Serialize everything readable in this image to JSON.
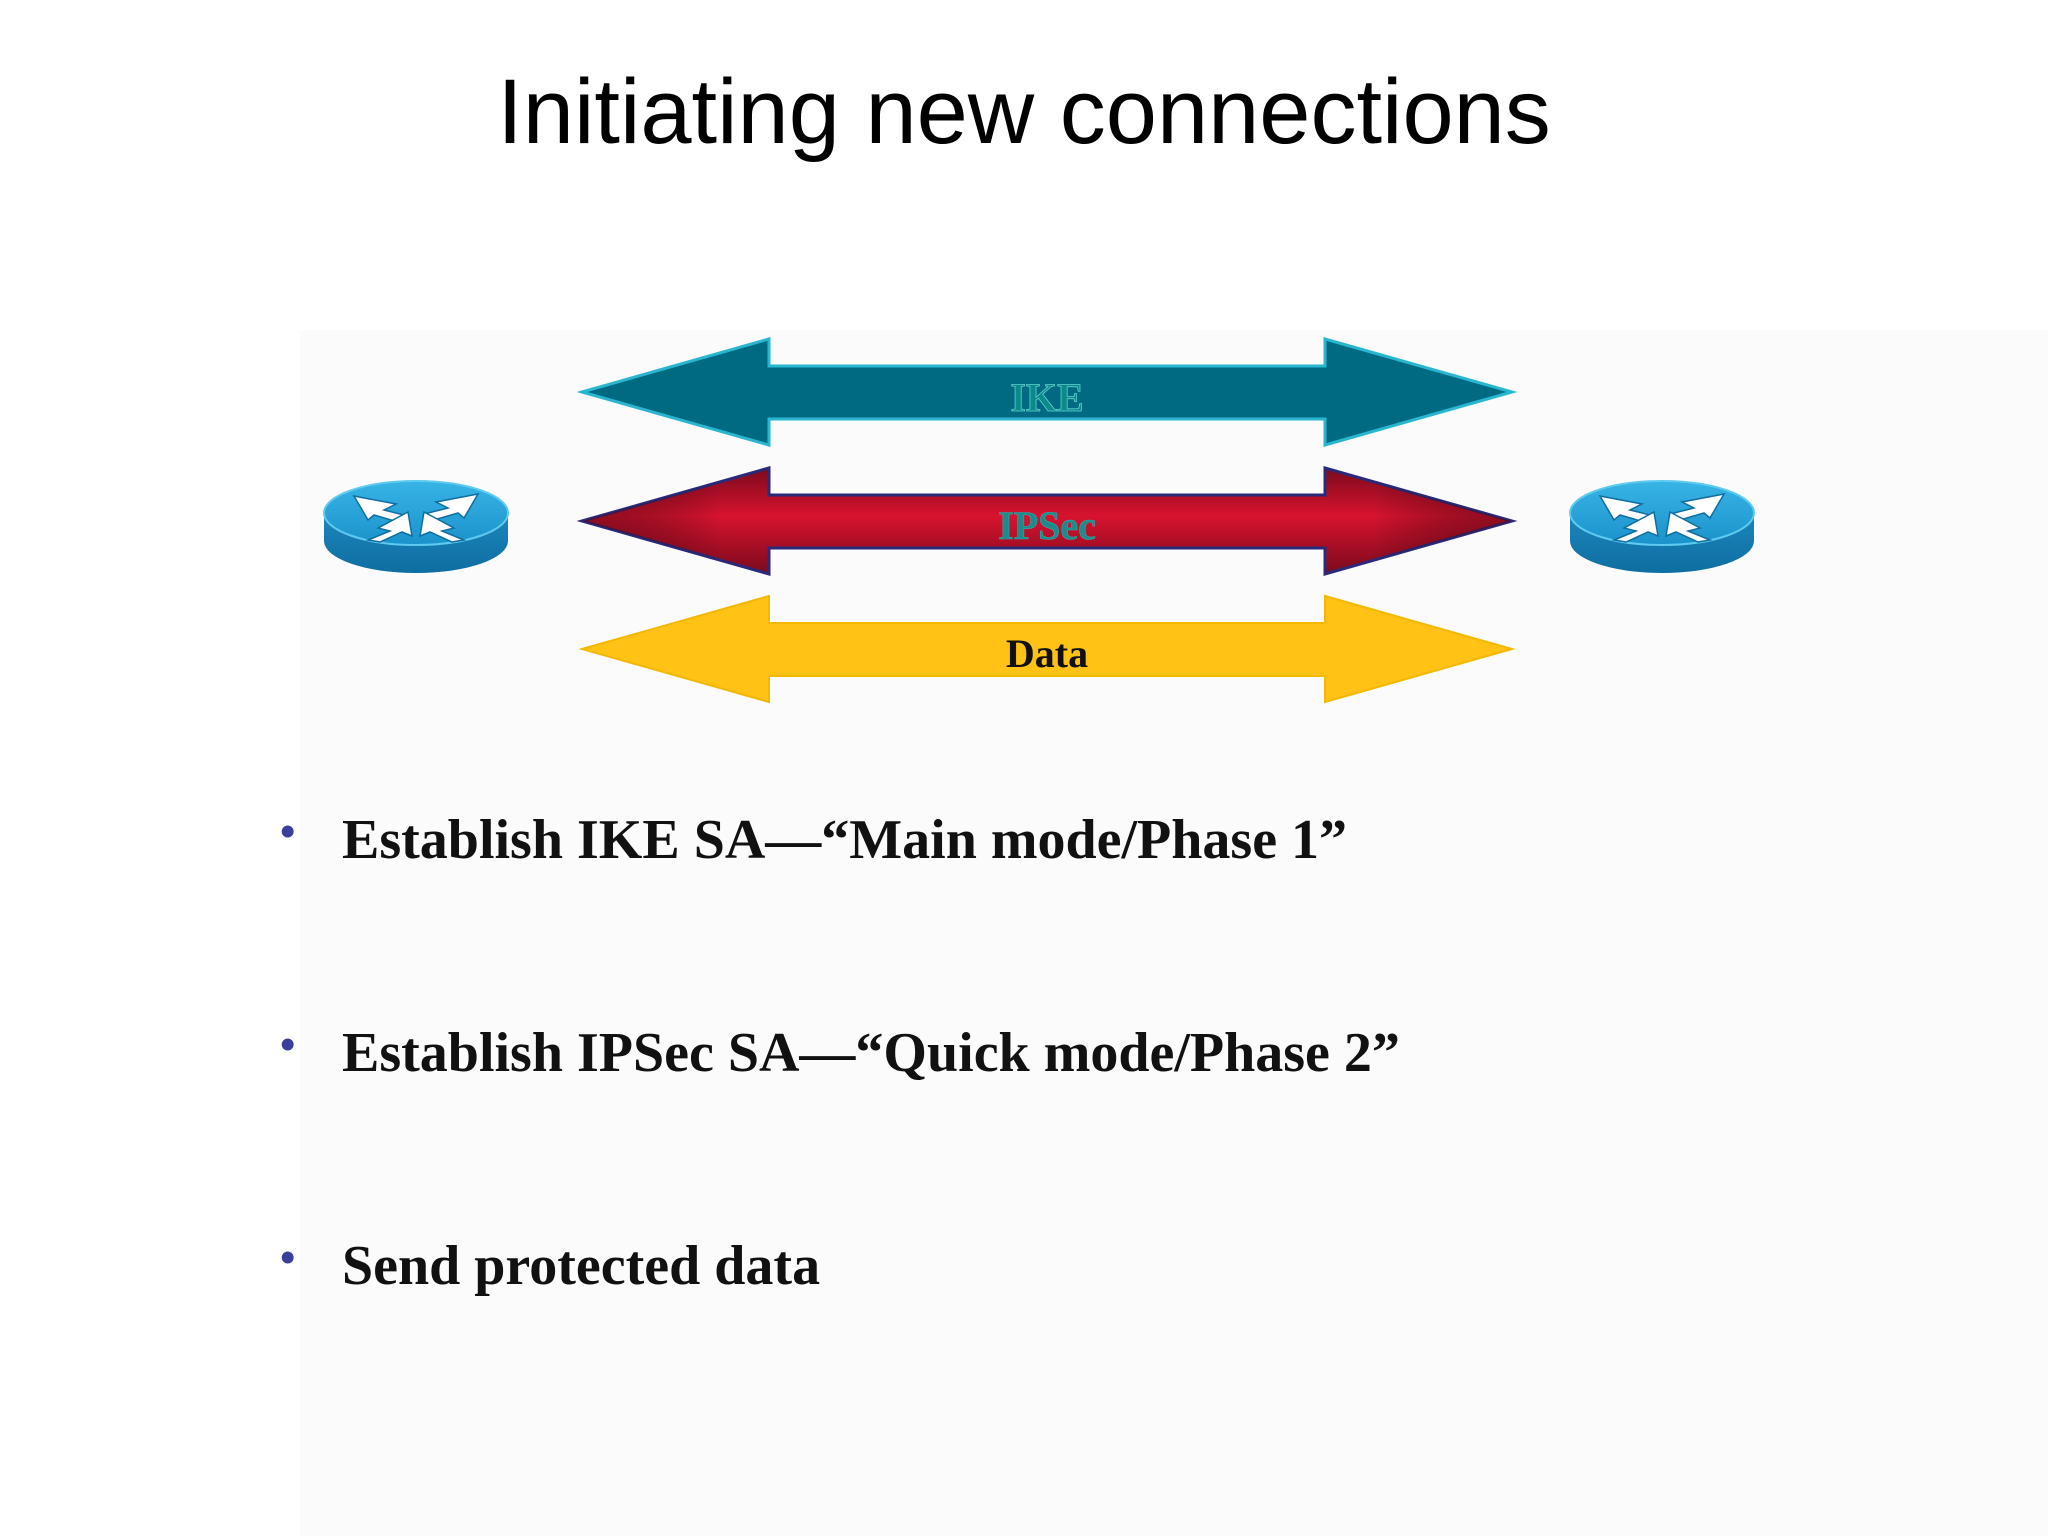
{
  "slide": {
    "title": "Initiating new connections"
  },
  "diagram": {
    "arrows": [
      {
        "label": "IKE",
        "fill": "#006a82",
        "outline": "#29b6d1",
        "label_color": "#0b8a8a"
      },
      {
        "label": "IPSec",
        "fill": "#c0102c",
        "outline": "#2b2a7a",
        "label_color": "#1b8c8c"
      },
      {
        "label": "Data",
        "fill": "#ffc215",
        "outline": "#ffc215",
        "label_color": "#111111"
      }
    ],
    "endpoints": [
      {
        "icon": "router-icon"
      },
      {
        "icon": "router-icon"
      }
    ],
    "router_color": "#1c9fd6"
  },
  "bullets": [
    {
      "text": "Establish IKE SA—“Main mode/Phase 1”"
    },
    {
      "text": "Establish IPSec SA—“Quick mode/Phase 2”"
    },
    {
      "text": "Send protected data"
    }
  ]
}
